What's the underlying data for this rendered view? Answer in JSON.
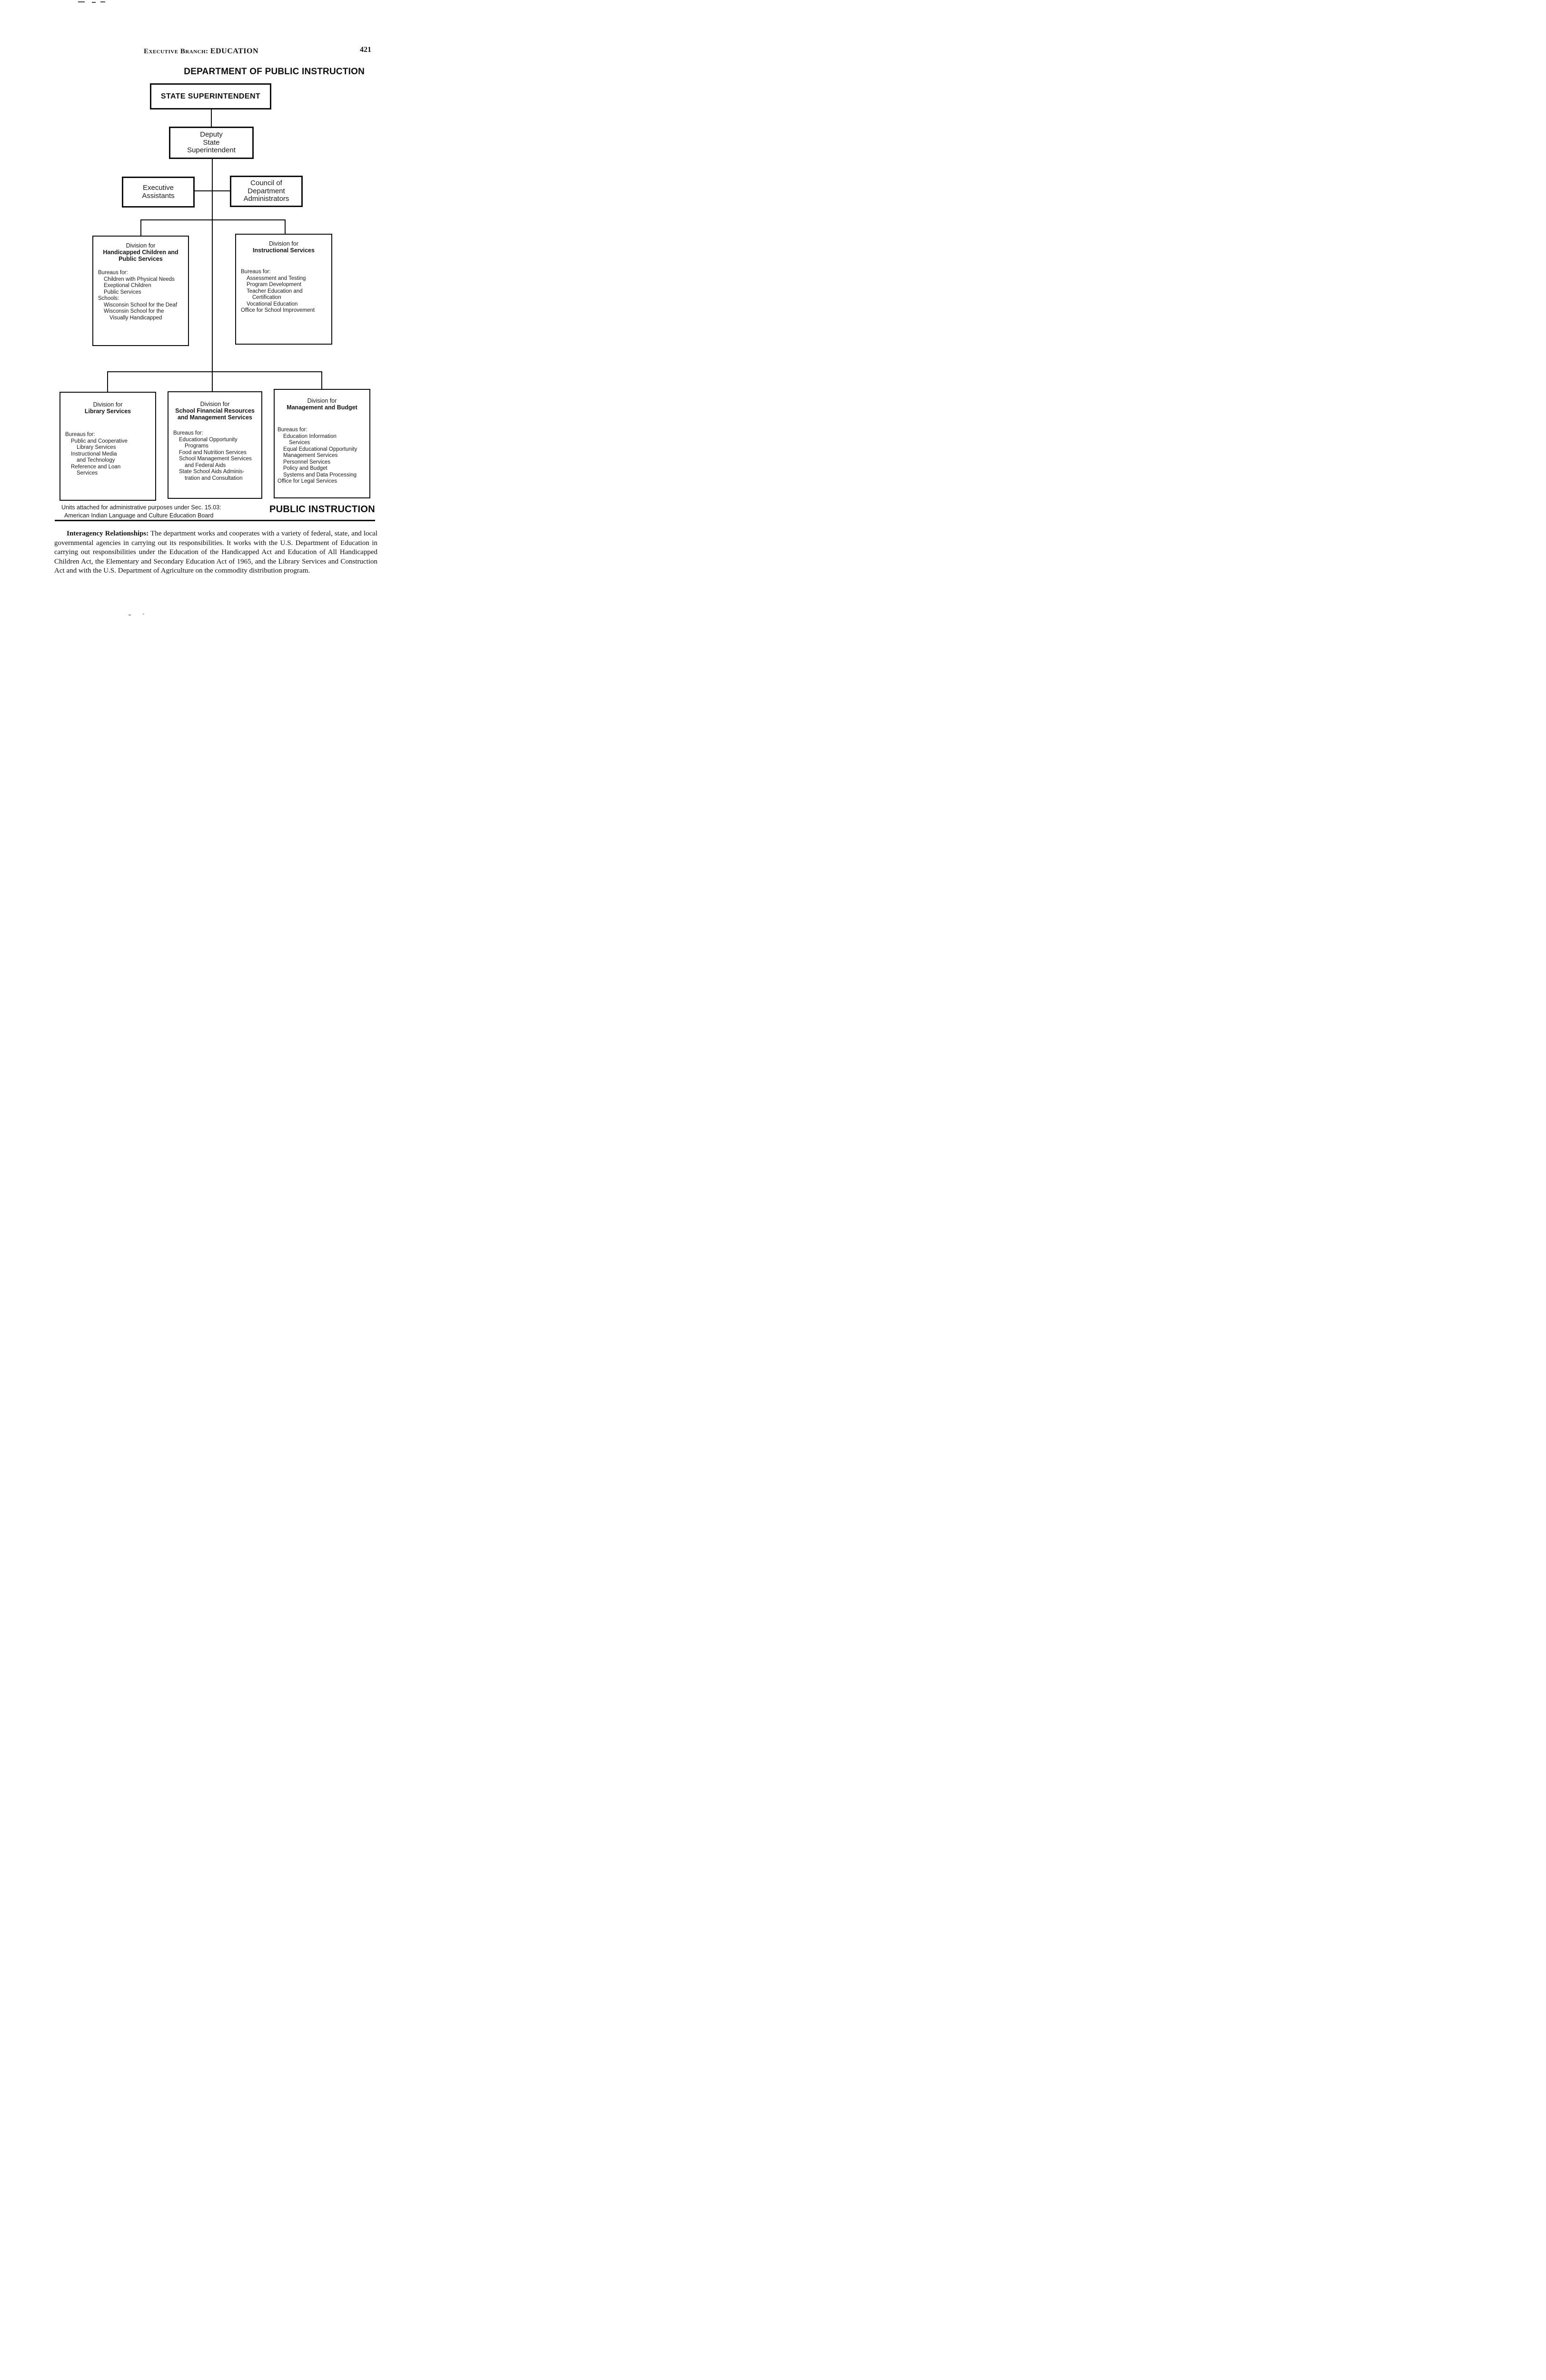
{
  "header": {
    "running_left": "Executive Branch:",
    "running_right": "EDUCATION",
    "page_number": "421",
    "dept_title": "DEPARTMENT OF PUBLIC INSTRUCTION"
  },
  "chart": {
    "state_superintendent": "STATE SUPERINTENDENT",
    "deputy_state_superintendent": "Deputy\nState\nSuperintendent",
    "executive_assistants": "Executive\nAssistants",
    "council_of_department_administrators": "Council of\nDepartment\nAdministrators",
    "divisions": [
      {
        "pre": "Division for",
        "name": "Handicapped Children and\nPublic Services",
        "lines": [
          {
            "t": "Bureaus for:"
          },
          {
            "t": "Children with Physical Needs"
          },
          {
            "t": "Exeptional Children"
          },
          {
            "t": "Public Services"
          },
          {
            "t": "Schools:"
          },
          {
            "t": "Wisconsin School for the Deaf"
          },
          {
            "t": "Wisconsin School for the"
          },
          {
            "t": "Visually Handicapped"
          }
        ]
      },
      {
        "pre": "Division for",
        "name": "Instructional Services",
        "lines": [
          {
            "t": "Bureaus for:"
          },
          {
            "t": "Assessment and Testing"
          },
          {
            "t": "Program Development"
          },
          {
            "t": "Teacher Education and"
          },
          {
            "t": "Certification"
          },
          {
            "t": "Vocational Education"
          },
          {
            "t": "Office for School Improvement"
          }
        ]
      },
      {
        "pre": "Division for",
        "name": "Library Services",
        "lines": [
          {
            "t": "Bureaus for:"
          },
          {
            "t": "Public and Cooperative"
          },
          {
            "t": "Library Services"
          },
          {
            "t": "Instructional Media"
          },
          {
            "t": "and Technology"
          },
          {
            "t": "Reference and Loan"
          },
          {
            "t": "Services"
          }
        ]
      },
      {
        "pre": "Division for",
        "name": "School Financial Resources\nand Management Services",
        "lines": [
          {
            "t": "Bureaus for:"
          },
          {
            "t": "Educational Opportunity"
          },
          {
            "t": "Programs"
          },
          {
            "t": "Food and Nutrition Services"
          },
          {
            "t": "School Management Services"
          },
          {
            "t": "and Federal Aids"
          },
          {
            "t": "State School Aids Adminis-"
          },
          {
            "t": "tration and Consultation"
          }
        ]
      },
      {
        "pre": "Division for",
        "name": "Management and Budget",
        "lines": [
          {
            "t": "Bureaus for:"
          },
          {
            "t": "Education Information"
          },
          {
            "t": "Services"
          },
          {
            "t": "Equal Educational Opportunity"
          },
          {
            "t": "Management Services"
          },
          {
            "t": "Personnel Services"
          },
          {
            "t": "Policy and Budget"
          },
          {
            "t": "Systems and Data Processing"
          },
          {
            "t": "Office for Legal Services"
          }
        ]
      }
    ]
  },
  "footnote": {
    "line1": "Units attached for administrative purposes under Sec. 15.03:",
    "line2": "American Indian Language and Culture Education Board",
    "watermark": "PUBLIC INSTRUCTION"
  },
  "paragraph": {
    "label": "Interagency Relationships:",
    "text": " The department works and cooperates with a variety of federal, state, and local governmental agencies in carrying out its responsibilities. It works with the U.S. Department of Education in carrying out responsibilities under the Education of the Handicapped Act and Education of All Handicapped Children Act, the Elementary and Secondary Education Act of 1965, and the Library Services and Construction Act and with the U.S. Department of Agriculture on the commodity distribution program."
  }
}
